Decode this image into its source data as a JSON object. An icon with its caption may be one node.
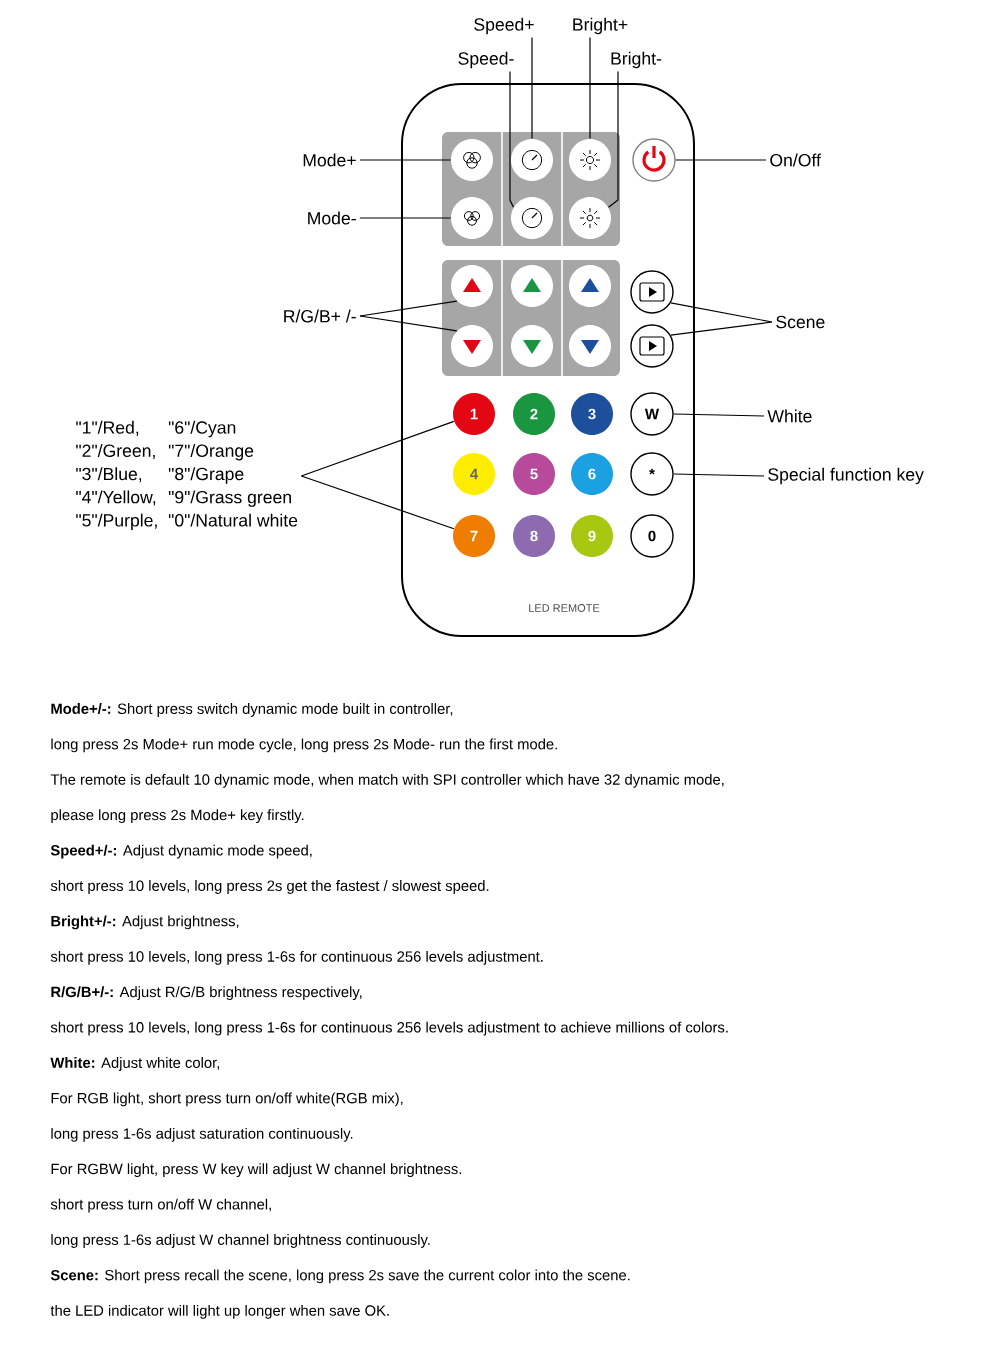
{
  "diagram": {
    "nodes": [
      {
        "text": [
          "Speed+"
        ]
      },
      {
        "text": [
          "Bright+"
        ]
      },
      {
        "text": [
          "Speed-"
        ]
      },
      {
        "text": [
          "Bright-"
        ]
      },
      {
        "text": [
          "Mode+"
        ]
      },
      {
        "text": [
          "On/Off"
        ]
      },
      {
        "text": [
          "Mode-"
        ]
      },
      {
        "text": [
          "R/G/B+ /-"
        ]
      },
      {
        "text": [
          "Scene"
        ]
      },
      {
        "text": [
          "\"1\"/Red,",
          "\"6\"/Cyan",
          "\"2\"/Green,",
          "\"7\"/Orange",
          "\"3\"/Blue,",
          "\"8\"/Grape",
          "\"4\"/Yellow,",
          "\"9\"/Grass green",
          "\"5\"/Purple,",
          "\"0\"/Natural white"
        ]
      },
      {
        "text": [
          "White"
        ]
      },
      {
        "text": [
          "Special function key"
        ]
      },
      {
        "text": [
          "LED REMOTE"
        ]
      },
      {
        "text": [],
        "shape": "circle",
        "in": 12
      },
      {
        "text": [],
        "shape": "circle",
        "in": 12
      },
      {
        "text": [],
        "shape": "circle",
        "in": 12
      },
      {
        "text": [],
        "shape": "circle",
        "in": 12
      },
      {
        "text": [],
        "shape": "circle",
        "in": 12
      },
      {
        "text": [],
        "shape": "circle",
        "in": 12
      },
      {
        "text": [],
        "shape": "circle",
        "in": 12
      },
      {
        "text": [],
        "shape": "circle",
        "in": 12
      },
      {
        "text": [],
        "shape": "circle",
        "in": 12
      },
      {
        "text": [],
        "shape": "circle",
        "in": 12
      },
      {
        "text": [],
        "shape": "circle",
        "in": 12
      },
      {
        "text": [],
        "shape": "circle",
        "in": 12
      },
      {
        "text": [],
        "shape": "circle",
        "in": 12
      },
      {
        "text": [],
        "shape": "circle",
        "in": 12
      },
      {
        "text": [],
        "shape": "circle",
        "in": 12
      },
      {
        "text": [
          "1"
        ],
        "in": 12
      },
      {
        "text": [
          "2"
        ],
        "in": 12
      },
      {
        "text": [
          "3"
        ],
        "in": 12
      },
      {
        "text": [
          "W"
        ],
        "in": 12
      },
      {
        "text": [
          "4"
        ],
        "in": 12
      },
      {
        "text": [
          "5"
        ],
        "in": 12
      },
      {
        "text": [
          "6"
        ],
        "in": 12
      },
      {
        "text": [
          "*"
        ],
        "in": 12
      },
      {
        "text": [
          "7"
        ],
        "in": 12
      },
      {
        "text": [
          "8"
        ],
        "in": 12
      },
      {
        "text": [
          "9"
        ],
        "in": 12
      },
      {
        "text": [
          "0"
        ],
        "in": 12
      }
    ],
    "edges": [
      {
        "from": 0,
        "to": 14,
        "arrow": "none"
      },
      {
        "from": 2,
        "to": 18,
        "arrow": "none"
      },
      {
        "from": 1,
        "to": 15,
        "arrow": "none"
      },
      {
        "from": 3,
        "to": 19,
        "arrow": "none"
      },
      {
        "from": 4,
        "to": 13,
        "arrow": "none"
      },
      {
        "from": 6,
        "to": 17,
        "arrow": "none"
      },
      {
        "from": 5,
        "to": 16,
        "arrow": "none"
      },
      {
        "from": 7,
        "to": 20,
        "arrow": "none"
      },
      {
        "from": 7,
        "to": 24,
        "arrow": "none"
      },
      {
        "from": 8,
        "to": 23,
        "arrow": "none"
      },
      {
        "from": 8,
        "to": 27,
        "arrow": "none"
      },
      {
        "from": 9,
        "to": 28,
        "arrow": "none"
      },
      {
        "from": 9,
        "to": 36,
        "arrow": "none"
      },
      {
        "from": 10,
        "to": 31,
        "arrow": "none"
      },
      {
        "from": 11,
        "to": 35,
        "arrow": "none"
      }
    ],
    "labels": [
      "**Mode+/-:** Short press switch dynamic mode built in controller,",
      "long press 2s Mode+ run mode cycle, long press 2s Mode- run the first mode.",
      "The remote is default 10 dynamic mode, when match with SPI controller which have 32 dynamic mode,",
      "please long press 2s Mode+ key firstly.",
      "**Speed+/-:** Adjust dynamic mode speed,",
      "short press 10 levels, long press 2s get the fastest / slowest speed.",
      "**Bright+/-:** Adjust brightness,",
      "short press 10 levels, long press 1-6s for continuous 256 levels adjustment.",
      "**R/G/B+/-:** Adjust R/G/B brightness respectively,",
      "short press 10 levels, long press 1-6s for continuous 256 levels adjustment to achieve millions of colors.",
      "**White:** Adjust white color,",
      "For RGB light, short press turn on/off white(RGB mix),",
      "long press 1-6s adjust saturation continuously.",
      "For RGBW light, press W key will adjust W channel brightness.",
      "short press turn on/off W channel,",
      "long press 1-6s adjust W channel brightness continuously.",
      "**Scene:** Short press recall the scene, long press 2s save the current color into the scene.",
      "the LED indicator will light up longer when save OK."
    ]
  }
}
